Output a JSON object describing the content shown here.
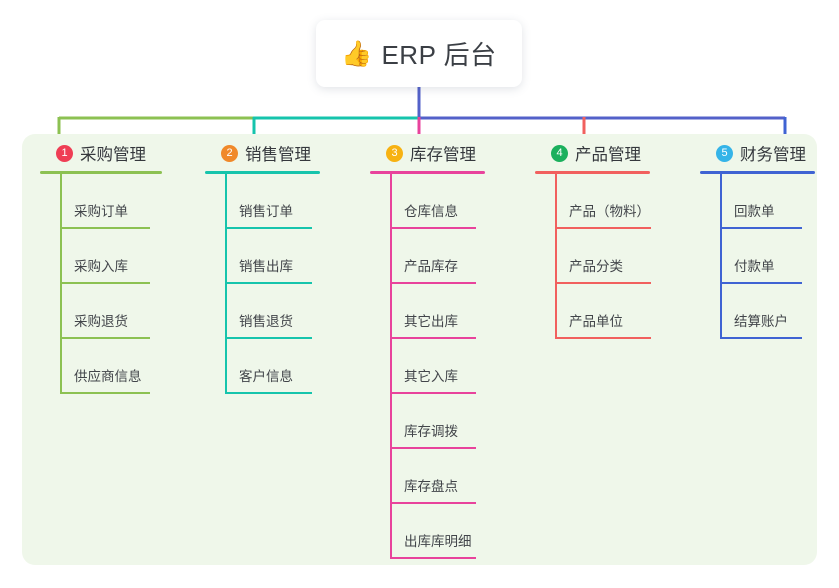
{
  "root": {
    "icon": "thumbs-up-icon",
    "icon_glyph": "👍",
    "title": "ERP 后台"
  },
  "panel": {
    "background_color": "#eff7ea"
  },
  "columns": [
    {
      "number": "1",
      "title": "采购管理",
      "badge_color": "#ef3e55",
      "line_color": "#8cc152",
      "items": [
        "采购订单",
        "采购入库",
        "采购退货",
        "供应商信息"
      ]
    },
    {
      "number": "2",
      "title": "销售管理",
      "badge_color": "#f0892a",
      "line_color": "#16c4ac",
      "items": [
        "销售订单",
        "销售出库",
        "销售退货",
        "客户信息"
      ]
    },
    {
      "number": "3",
      "title": "库存管理",
      "badge_color": "#f7b212",
      "line_color": "#e8439c",
      "items": [
        "仓库信息",
        "产品库存",
        "其它出库",
        "其它入库",
        "库存调拨",
        "库存盘点",
        "出库库明细"
      ]
    },
    {
      "number": "4",
      "title": "产品管理",
      "badge_color": "#1bb05d",
      "line_color": "#f1605e",
      "items": [
        "产品（物料）",
        "产品分类",
        "产品单位"
      ]
    },
    {
      "number": "5",
      "title": "财务管理",
      "badge_color": "#35b4e8",
      "line_color": "#3f63d3",
      "items": [
        "回款单",
        "付款单",
        "结算账户"
      ]
    }
  ],
  "connectors": {
    "trunk_color": "#5361c9",
    "bus_segments": [
      {
        "color": "#8cc152"
      },
      {
        "color": "#16c4ac"
      },
      {
        "color": "#5361c9"
      }
    ]
  }
}
